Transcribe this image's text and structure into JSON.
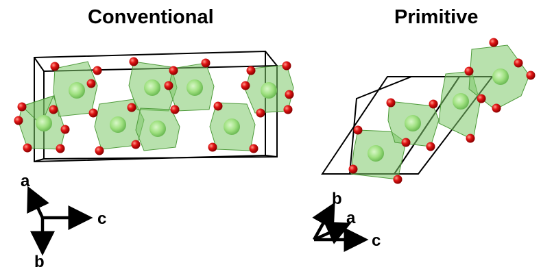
{
  "panels": [
    {
      "title": "Conventional",
      "axes": [
        "a",
        "b",
        "c"
      ]
    },
    {
      "title": "Primitive",
      "axes": [
        "a",
        "b",
        "c"
      ]
    }
  ],
  "colors": {
    "octahedron_fill": "#7dc86a",
    "octahedron_edge": "#4e9a3a",
    "metal_center": "#9ee07f",
    "oxygen": "#e01414",
    "cell_edge": "#000000"
  }
}
